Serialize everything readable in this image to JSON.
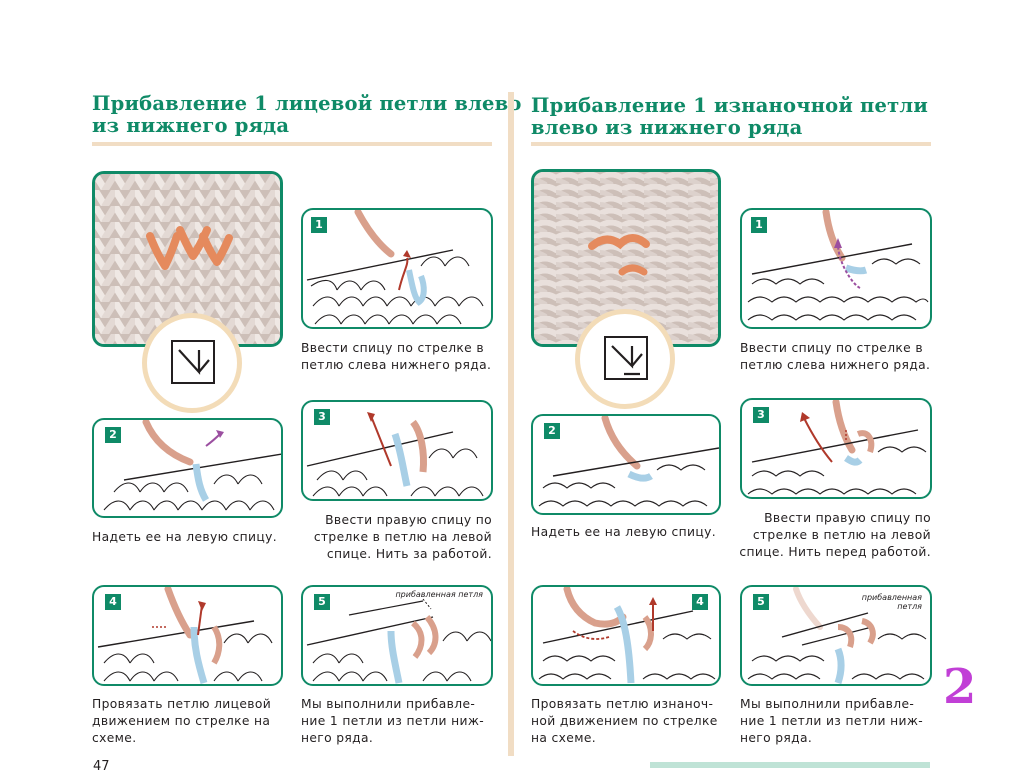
{
  "left": {
    "title_line1": "Прибавление 1 лицевой петли влево",
    "title_line2": "из нижнего ряда",
    "steps": [
      {
        "num": "1",
        "caption": [
          "Ввести спицу по стрелке в",
          "петлю слева нижнего ряда."
        ]
      },
      {
        "num": "2",
        "caption": [
          "Надеть ее на левую спицу."
        ]
      },
      {
        "num": "3",
        "caption": [
          "Ввести правую спицу по",
          "стрелке в петлю на левой",
          "спице. Нить за работой."
        ]
      },
      {
        "num": "4",
        "caption": [
          "Провязать петлю лицевой",
          "движением по стрелке на",
          "схеме."
        ]
      },
      {
        "num": "5",
        "caption": [
          "Мы выполнили прибавле-",
          "ние 1 петли из петли ниж-",
          "него ряда."
        ],
        "note": "прибавленная петля"
      }
    ]
  },
  "right": {
    "title_line1": "Прибавление 1 изнаночной петли",
    "title_line2": "влево из нижнего ряда",
    "steps": [
      {
        "num": "1",
        "caption": [
          "Ввести спицу по стрелке в",
          "петлю слева нижнего ряда."
        ]
      },
      {
        "num": "2",
        "caption": [
          "Надеть ее на левую спицу."
        ]
      },
      {
        "num": "3",
        "caption": [
          "Ввести правую спицу по",
          "стрелке в петлю на левой",
          "спице. Нить перед работой."
        ]
      },
      {
        "num": "4",
        "caption": [
          "Провязать петлю изнаноч-",
          "ной движением по стрелке",
          "на схеме."
        ]
      },
      {
        "num": "5",
        "caption": [
          "Мы выполнили прибавле-",
          "ние 1 петли из петли ниж-",
          "него ряда."
        ],
        "note": [
          "прибавленная",
          "петля"
        ]
      }
    ]
  },
  "page_number": "47",
  "chapter_number": "2",
  "colors": {
    "heading": "#0f8a67",
    "frame": "#0f8a67",
    "rule": "#f1ddc4",
    "yarn": "#d9a08c",
    "needle_yarn": "#a8cfe6",
    "arrow": "#b0392b",
    "accent": "#c13fd6"
  }
}
